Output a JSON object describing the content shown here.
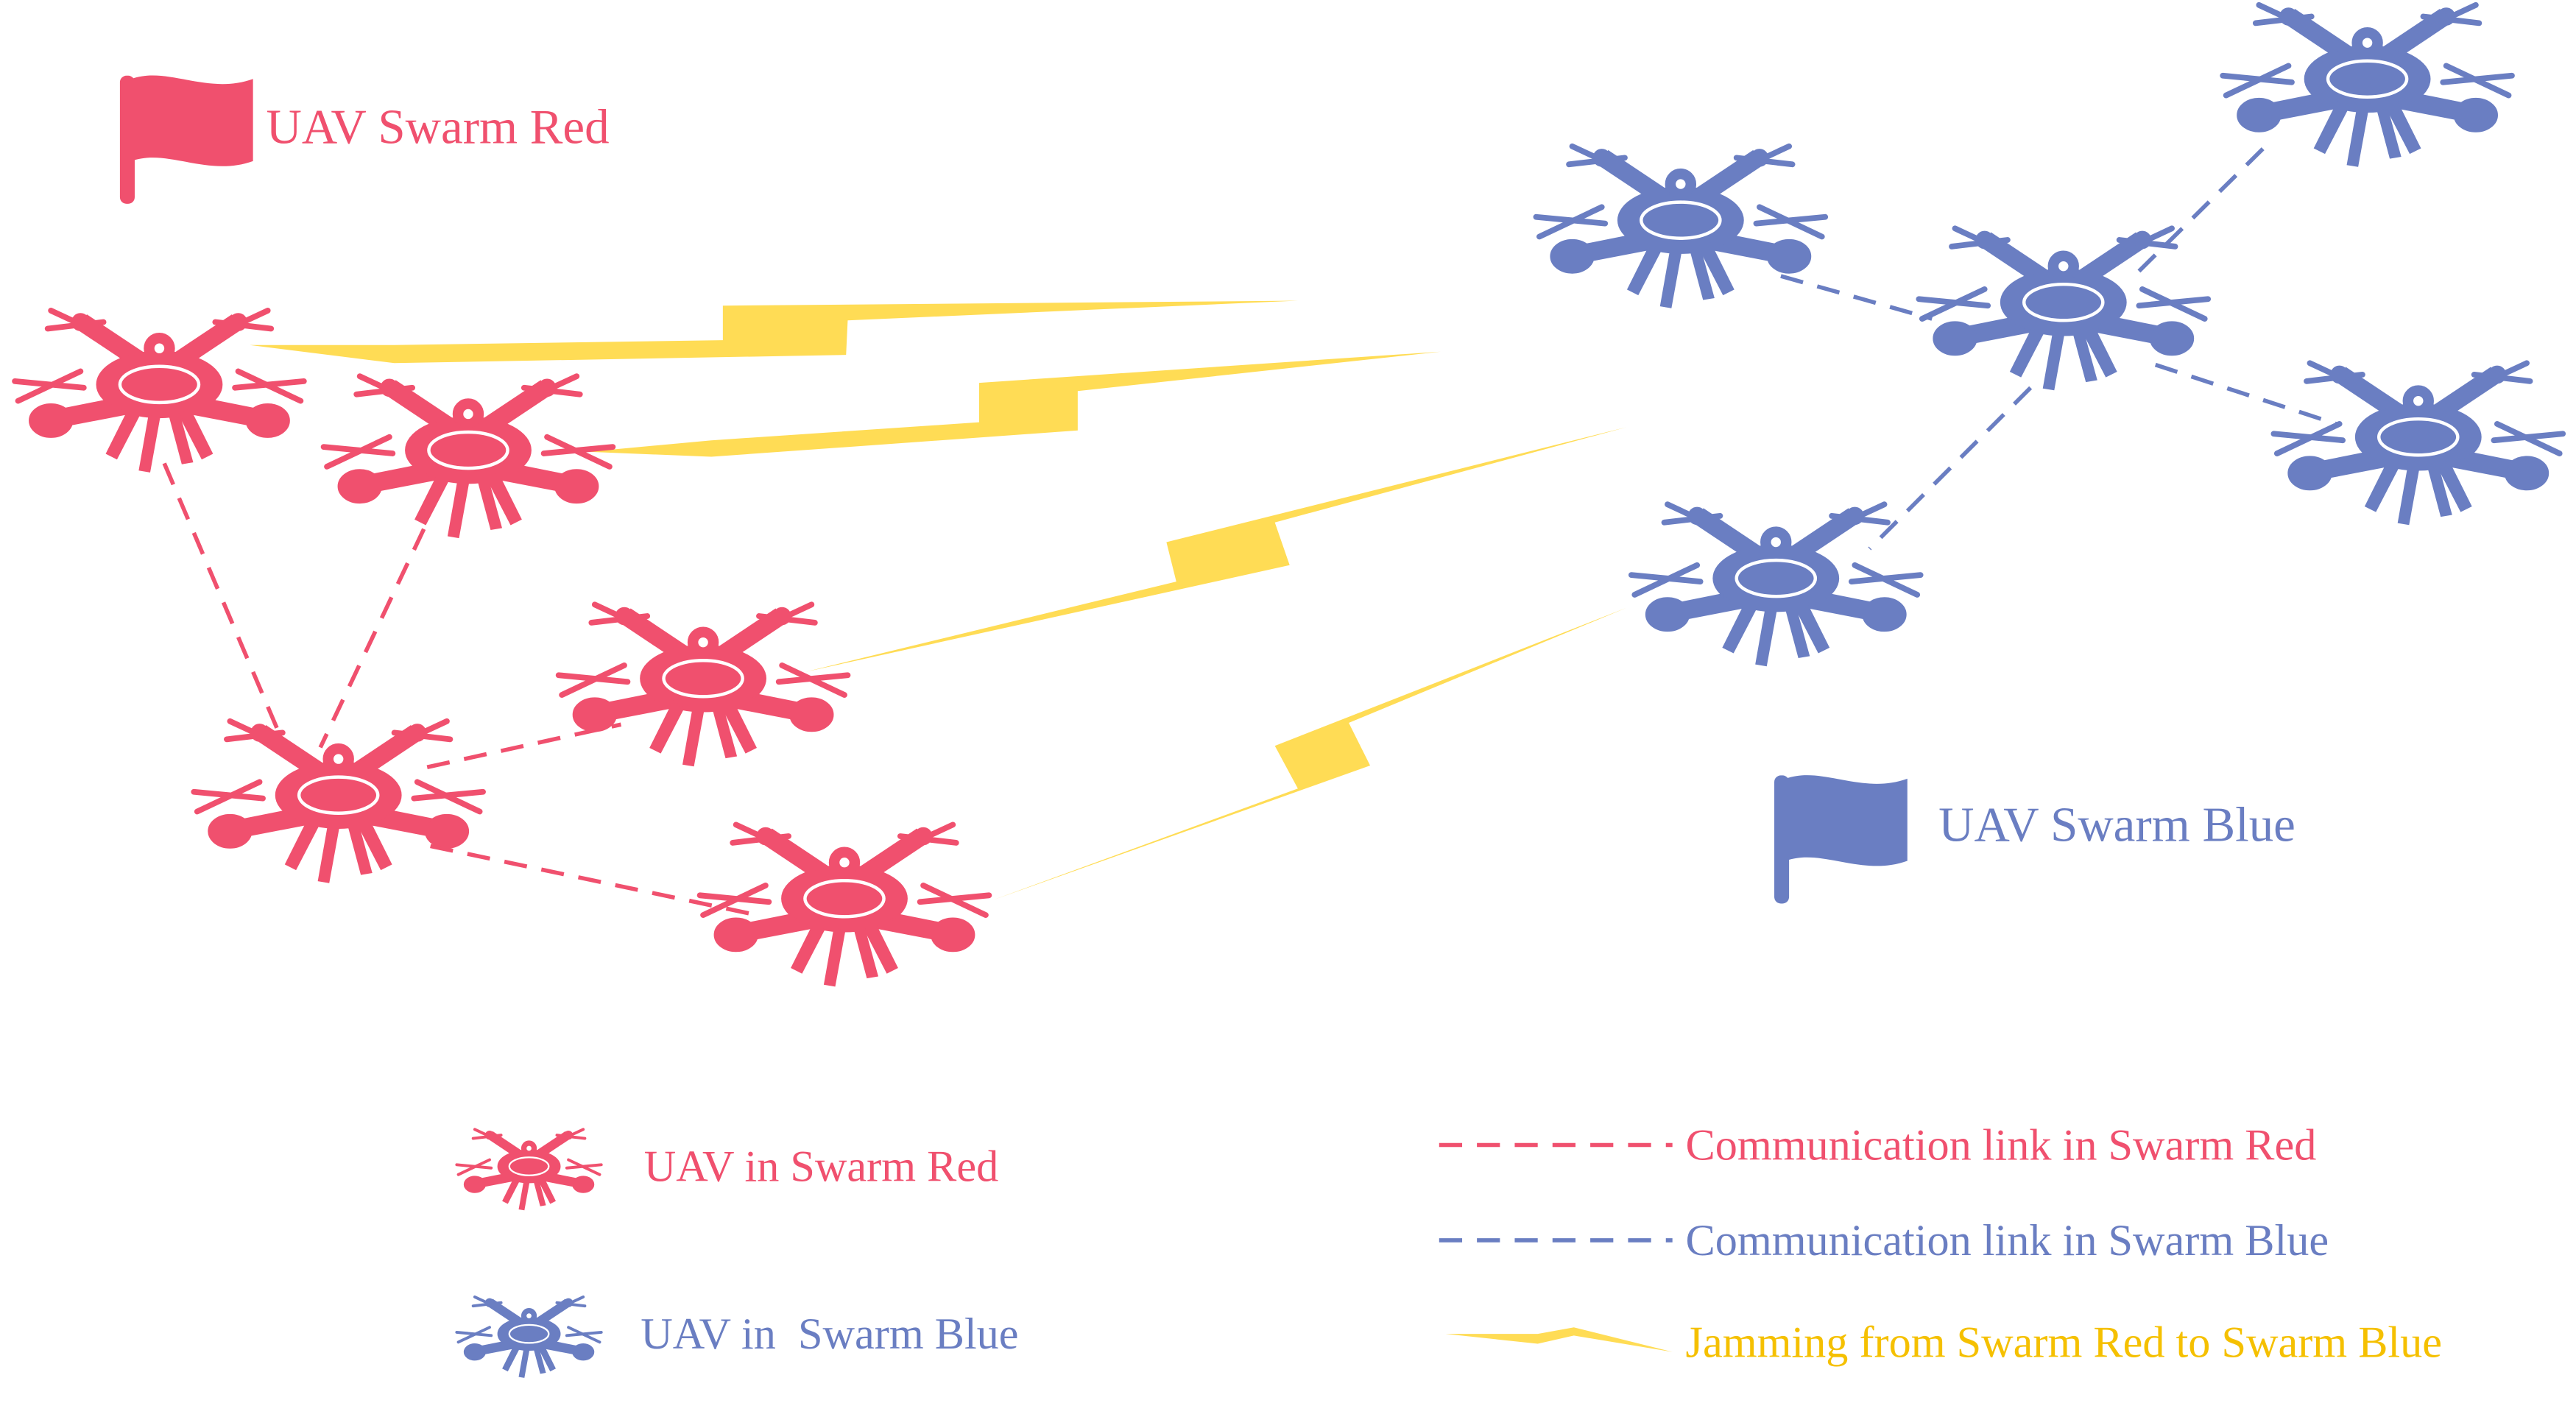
{
  "colors": {
    "red": "#f0506e",
    "blue": "#6a7ec2",
    "yellow": "#ffdc55"
  },
  "flags": {
    "red": {
      "label": "UAV Swarm Red"
    },
    "blue": {
      "label": "UAV Swarm Blue"
    }
  },
  "legend": {
    "uav_red": "UAV in Swarm Red",
    "uav_blue": "UAV in  Swarm Blue",
    "link_red": "Communication link in Swarm Red",
    "link_blue": "Communication link in Swarm Blue",
    "jamming": "Jamming from Swarm Red to Swarm Blue"
  }
}
